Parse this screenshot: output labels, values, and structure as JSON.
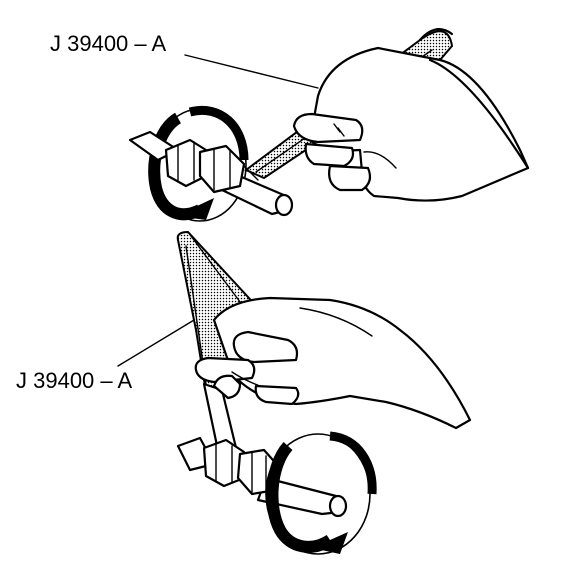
{
  "diagram": {
    "callouts": [
      {
        "id": "top",
        "text": "J 39400 – A"
      },
      {
        "id": "bottom",
        "text": "J 39400 – A"
      }
    ],
    "colors": {
      "ink": "#000000",
      "paper": "#ffffff",
      "stipple": "#c8c8c8"
    }
  }
}
